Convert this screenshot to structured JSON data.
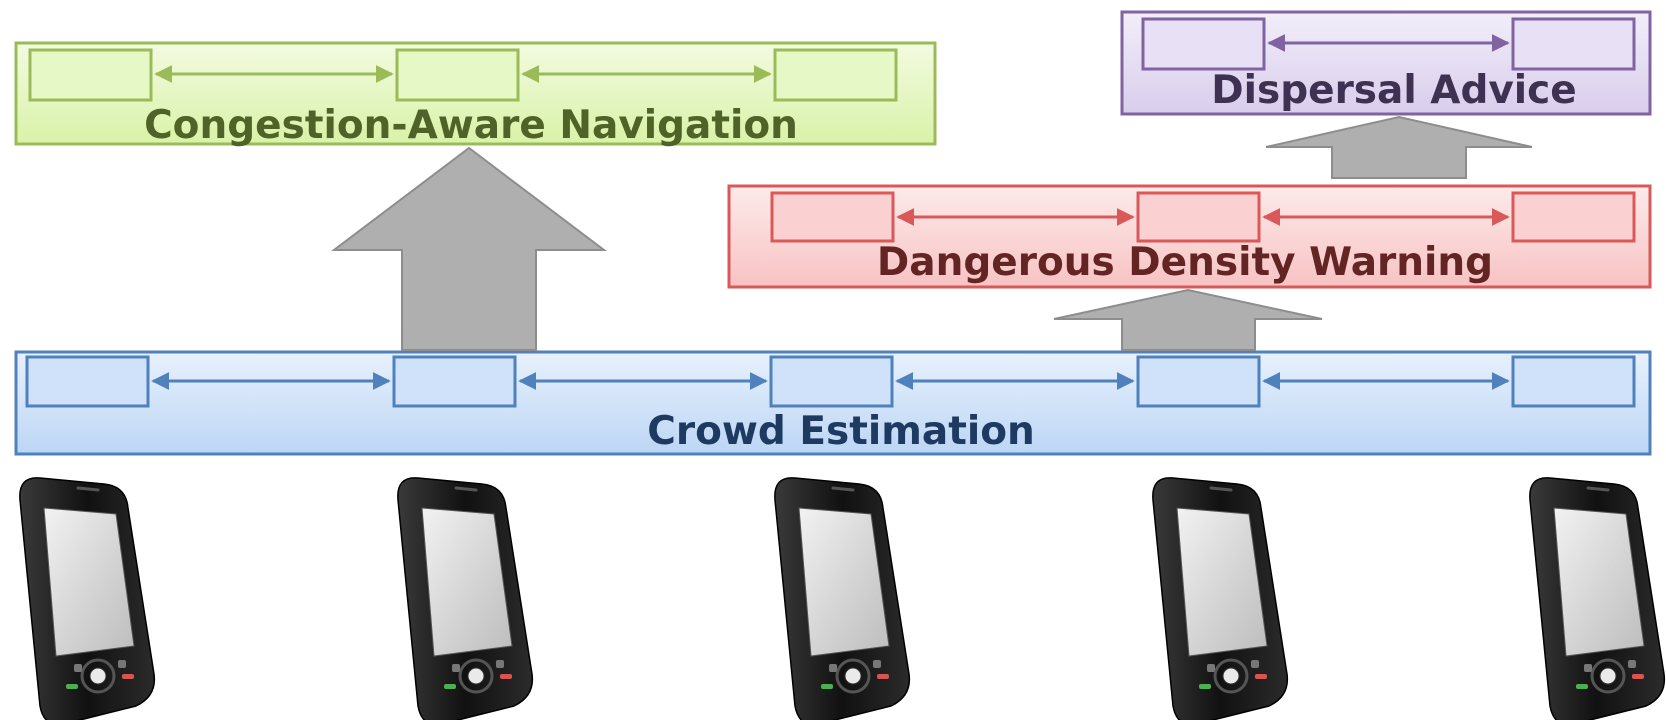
{
  "layers": {
    "navigation": {
      "label": "Congestion-Aware Navigation",
      "fill": "#e6f6c6",
      "stroke": "#9bbb59",
      "text_color": "#4f6228"
    },
    "dispersal": {
      "label": "Dispersal Advice",
      "fill": "#e6def2",
      "stroke": "#8064a2",
      "text_color": "#3f3151"
    },
    "warning": {
      "label": "Dangerous Density Warning",
      "fill": "#fad8d8",
      "stroke": "#d9595a",
      "text_color": "#632523"
    },
    "estimation": {
      "label": "Crowd Estimation",
      "fill": "#d5e5fa",
      "stroke": "#4f81bd",
      "text_color": "#1f3a60"
    }
  },
  "arrow_color": "#afafaf",
  "devices": [
    {
      "icon": "smartphone-icon"
    },
    {
      "icon": "smartphone-icon"
    },
    {
      "icon": "smartphone-icon"
    },
    {
      "icon": "smartphone-icon"
    },
    {
      "icon": "smartphone-icon"
    }
  ]
}
